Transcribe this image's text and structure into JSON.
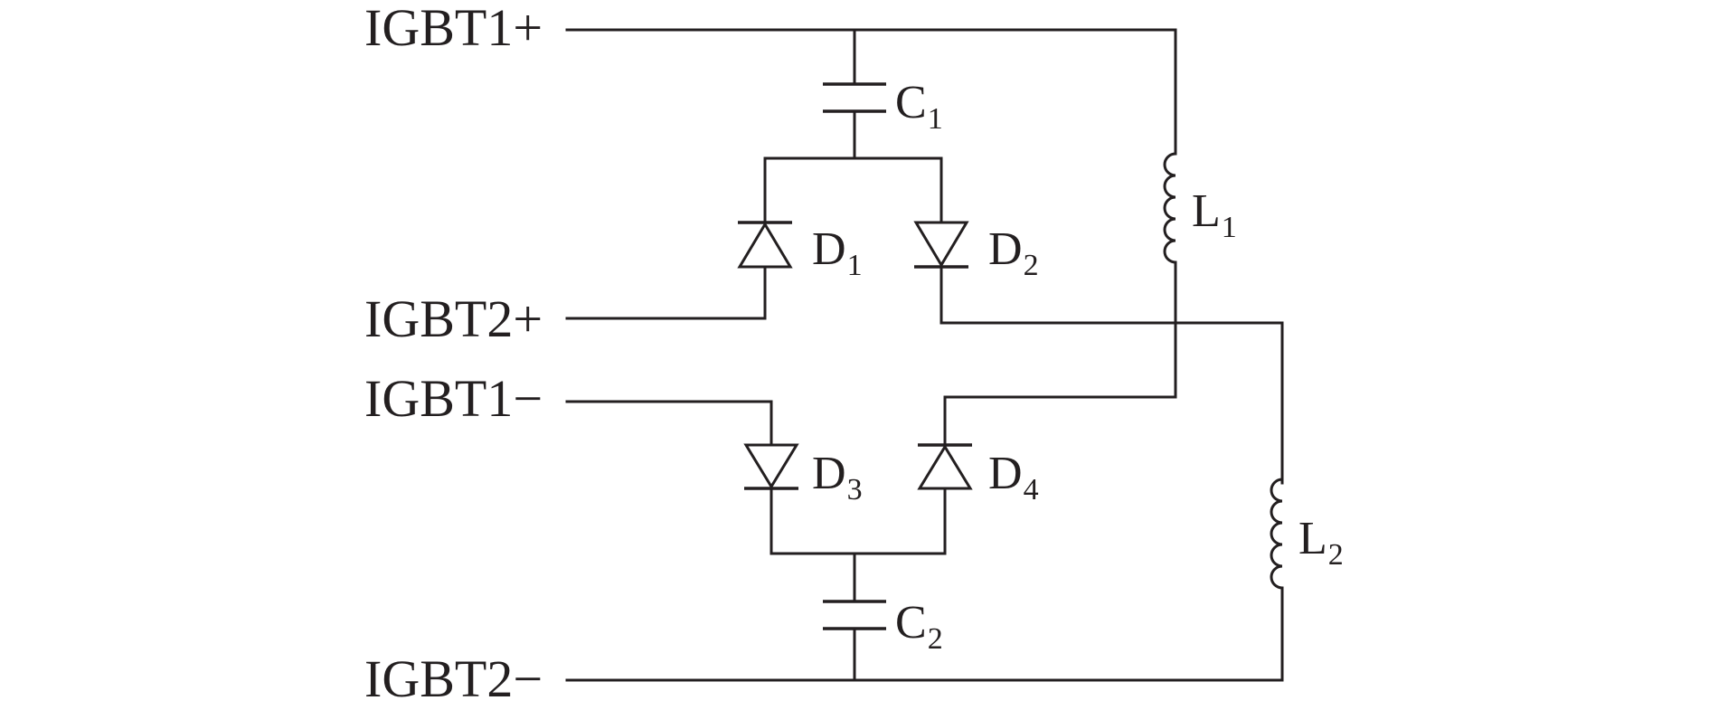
{
  "terminals": {
    "igbt1_plus": "IGBT1+",
    "igbt2_plus": "IGBT2+",
    "igbt1_minus": "IGBT1−",
    "igbt2_minus": "IGBT2−"
  },
  "components": {
    "c1": {
      "letter": "C",
      "index": "1"
    },
    "c2": {
      "letter": "C",
      "index": "2"
    },
    "l1": {
      "letter": "L",
      "index": "1"
    },
    "l2": {
      "letter": "L",
      "index": "2"
    },
    "d1": {
      "letter": "D",
      "index": "1"
    },
    "d2": {
      "letter": "D",
      "index": "2"
    },
    "d3": {
      "letter": "D",
      "index": "3"
    },
    "d4": {
      "letter": "D",
      "index": "4"
    }
  },
  "colors": {
    "ink": "#231f20",
    "background": "#ffffff"
  }
}
